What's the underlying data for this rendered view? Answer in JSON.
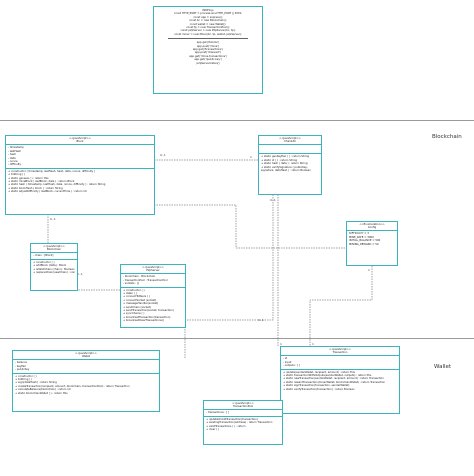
{
  "regions": {
    "blockchain": "Blockchain",
    "wallet": "Wallet"
  },
  "index_note": {
    "lines": [
      "INDEX.js",
      "const HTTP_PORT = process.env.HTTP_PORT || 3001;",
      "const app = express();",
      "const bc = new Blockchain();",
      "const wallet = new Wallet();",
      "const tp = new TransactionPool();",
      "const p2pServer = new P2pServer(bc, tp);",
      "const miner = new Miner(bc, tp, wallet, p2pServer);",
      "",
      "app.get('/blocks')",
      "app.post('/mine')",
      "app.get('/transactions')",
      "app.post('/transact')",
      "app.get('/mine-transactions')",
      "app.get('/public-key')",
      "p2pServer.listen()"
    ]
  },
  "block": {
    "stereotype": "<<JavaScript>>",
    "name": "Block",
    "fields": [
      "- timestamp",
      "- lastHash",
      "- hash",
      "- data",
      "- nonce",
      "- difficulty"
    ],
    "methods": [
      "+ constructor ( timestamp, lastHash, hash, data, nonce, difficulty )",
      "+ toString ( )",
      "+ static genesis ( ) : return this",
      "+ static mineBlock ( lastBlock, data ) : return Block",
      "+ static hash ( timestamp, lastHash, data, nonce, difficulty ) : return String",
      "+ static blockHash ( block ) : return String",
      "+ static adjustDifficulty ( lastBlock, currentTime ) : return int"
    ]
  },
  "chain_util": {
    "stereotype": "<<JavaScript>>",
    "name": "ChainUtil",
    "methods": [
      "+ static genKeyPair ( ) : return String",
      "+ static id ( ) : return String",
      "+ static hash ( data ) : return String",
      "+ static verifySignature ( publicKey, signature, dataHash ) : return Boolean"
    ]
  },
  "config": {
    "stereotype": "<<Enumeration>>",
    "name": "Config",
    "values": [
      "DIFFICULTY = 3",
      "MINE_RATE = 3000",
      "INITIAL_BALANCE = 500",
      "MINING_REWARD = 50"
    ]
  },
  "blockchain": {
    "stereotype": "<<JavaScript>>",
    "name": "Blockchain",
    "fields": [
      "- chain : [Block]"
    ],
    "methods": [
      "+ constructor ( )",
      "+ addBlock (data) : Block",
      "+ isValidChain (chain) : Boolean",
      "+ replaceChain(newChain) : void"
    ]
  },
  "p2p_server": {
    "stereotype": "<<JavaScript>>",
    "name": "P2pServer",
    "fields": [
      "- blockchain : Blockchain",
      "- transactionPool : TransactionPool",
      "- sockets : []"
    ],
    "methods": [
      "+ constructor ( )",
      "+ listen ( )",
      "+ connectToPeers ( )",
      "+ connectSocket (socket)",
      "+ messageHandler(socket)",
      "+ sendChain (socket)",
      "+ sendTransaction(socket, transaction)",
      "+ syncChains ( )",
      "+ broadcastTransaction(transaction)",
      "+ broadcastClearTransactions()"
    ]
  },
  "wallet": {
    "stereotype": "<<JavaScript>>",
    "name": "Wallet",
    "fields": [
      "- balance",
      "- keyPair",
      "- publicKey"
    ],
    "methods": [
      "+ constructor ( )",
      "+ toString ( )",
      "+ sign(dataHash) : return String",
      "+ createTransaction(recipient, amount, blockchain, transactionPool) : return Transaction",
      "+ calculateBalance(blockchain) : return int",
      "+ static blockchainWallet ( ) : return this"
    ]
  },
  "transaction": {
    "stereotype": "<<JavaScript>>",
    "name": "Transaction",
    "fields": [
      "- id",
      "- input",
      "- outputs : [ ]"
    ],
    "methods": [
      "+ update(senderWallet, recipient, amount) : return this",
      "+ static transactionWithOutputs(senderWallet, outputs) : return this",
      "+ static newTransaction(senderWallet, recipient, amount) : return Transaction",
      "+ static rewardTransaction(minerWallet, blockchainWallet) : return Transaction",
      "+ static signTransaction(transaction, senderWallet)",
      "+ static verifyTransaction(transaction) : return Boolean"
    ]
  },
  "transaction_pool": {
    "stereotype": "<<JavaScript>>",
    "name": "TransactionPool",
    "fields": [
      "- transactions : [ ]"
    ],
    "methods": [
      "+ updateOrAddTransaction(transaction)",
      "+ existingTransaction(address) : return Transaction",
      "+ validTransactions ( ) : return",
      "+ clear ( )"
    ]
  },
  "multiplicities": [
    "0..1",
    "1",
    "0..1",
    "0..1",
    "0..1",
    "1",
    "0..1",
    "1",
    "0..1",
    "1",
    "1"
  ]
}
